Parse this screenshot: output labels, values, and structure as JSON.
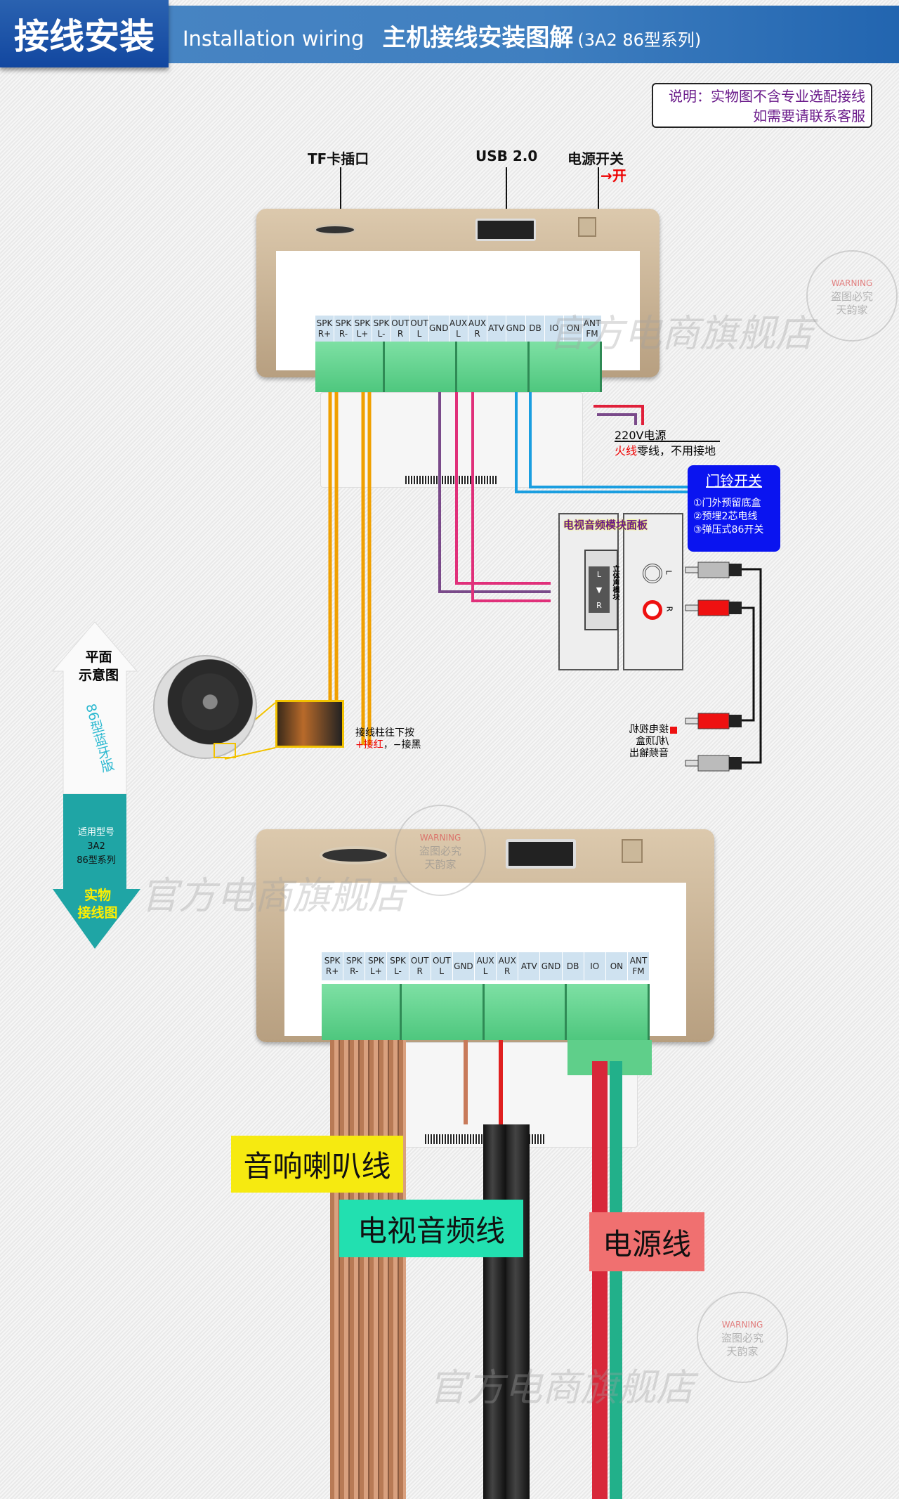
{
  "header": {
    "badge": "接线安装",
    "english": "Installation wiring",
    "title": "主机接线安装图解",
    "series": "(3A2 86型系列)"
  },
  "note": {
    "line1": "说明：实物图不含专业选配接线",
    "line2": "如需要请联系客服"
  },
  "top_labels": {
    "tf": "TF卡插口",
    "usb": "USB 2.0",
    "power": "电源开关",
    "on": "→开"
  },
  "terminals": [
    [
      "SPK",
      "R+"
    ],
    [
      "SPK",
      "R-"
    ],
    [
      "SPK",
      "L+"
    ],
    [
      "SPK",
      "L-"
    ],
    [
      "OUT",
      "R"
    ],
    [
      "OUT",
      "L"
    ],
    [
      "GND",
      ""
    ],
    [
      "AUX",
      "L"
    ],
    [
      "AUX",
      "R"
    ],
    [
      "ATV",
      ""
    ],
    [
      "GND",
      ""
    ],
    [
      "DB",
      ""
    ],
    [
      "IO",
      ""
    ],
    [
      "ON",
      ""
    ],
    [
      "ANT",
      "FM"
    ]
  ],
  "power_note": {
    "line1": "220V电源",
    "hot": "火线",
    "rest": "零线，不用接地"
  },
  "doorbell": {
    "title": "门铃开关",
    "items": [
      "①门外预留底盒",
      "②预埋2芯电线",
      "③弹压式86开关"
    ]
  },
  "tv_panel": {
    "title": "电视音频模块面板",
    "module": "立体声模块",
    "pins": [
      "L",
      "▼",
      "R"
    ],
    "jacks": [
      "L",
      "R"
    ]
  },
  "tv_out": {
    "line1": "接电视机",
    "line2": "/机顶盒",
    "line3": "音频输出"
  },
  "arrow": {
    "up1": "平面",
    "up2": "示意图",
    "side": "86型蓝牙版",
    "model_label": "适用型号",
    "model": "3A2",
    "series": "86型系列",
    "down1": "实物",
    "down2": "接线图"
  },
  "speaker_note": {
    "line1": "接线柱往下按",
    "plus": "+接",
    "red": "红",
    "rest": "，−接黑"
  },
  "cable_tags": {
    "speaker": "音响喇叭线",
    "tv": "电视音频线",
    "power": "电源线"
  },
  "watermark": {
    "brand": "官方电商旗舰店",
    "warn": "WARNING",
    "warn1": "盗图必究",
    "warn2": "天韵家"
  },
  "colors": {
    "header": "#3f7fc0",
    "doorbell": "#0a14f0",
    "speaker_wire": "#f0a000",
    "aux_wire": "#e0307a",
    "db_wire": "#1a9ee0"
  }
}
